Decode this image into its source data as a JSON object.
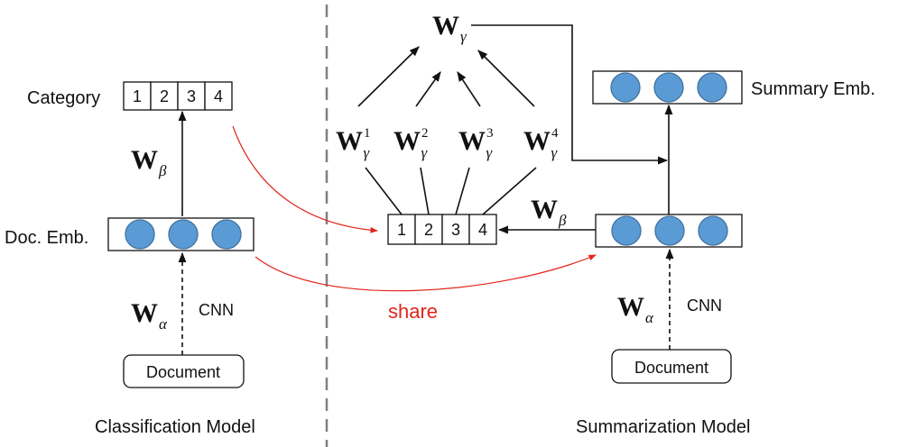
{
  "classification": {
    "title": "Classification Model",
    "category_label": "Category",
    "category_cells": [
      "1",
      "2",
      "3",
      "4"
    ],
    "doc_emb_label": "Doc. Emb.",
    "w_beta": {
      "symbol": "W",
      "sub": "β"
    },
    "w_alpha": {
      "symbol": "W",
      "sub": "α"
    },
    "cnn_label": "CNN",
    "document_label": "Document"
  },
  "summarization": {
    "title": "Summarization Model",
    "summary_emb_label": "Summary Emb.",
    "category_cells": [
      "1",
      "2",
      "3",
      "4"
    ],
    "w_gamma": {
      "symbol": "W",
      "sub": "γ"
    },
    "w_gamma_experts": [
      {
        "symbol": "W",
        "sub": "γ",
        "sup": "1"
      },
      {
        "symbol": "W",
        "sub": "γ",
        "sup": "2"
      },
      {
        "symbol": "W",
        "sub": "γ",
        "sup": "3"
      },
      {
        "symbol": "W",
        "sub": "γ",
        "sup": "4"
      }
    ],
    "w_beta": {
      "symbol": "W",
      "sub": "β"
    },
    "w_alpha": {
      "symbol": "W",
      "sub": "α"
    },
    "cnn_label": "CNN",
    "document_label": "Document"
  },
  "share_label": "share",
  "colors": {
    "node_fill": "#5b9bd5",
    "share_arrow": "#e1251b",
    "separator": "#808080"
  }
}
